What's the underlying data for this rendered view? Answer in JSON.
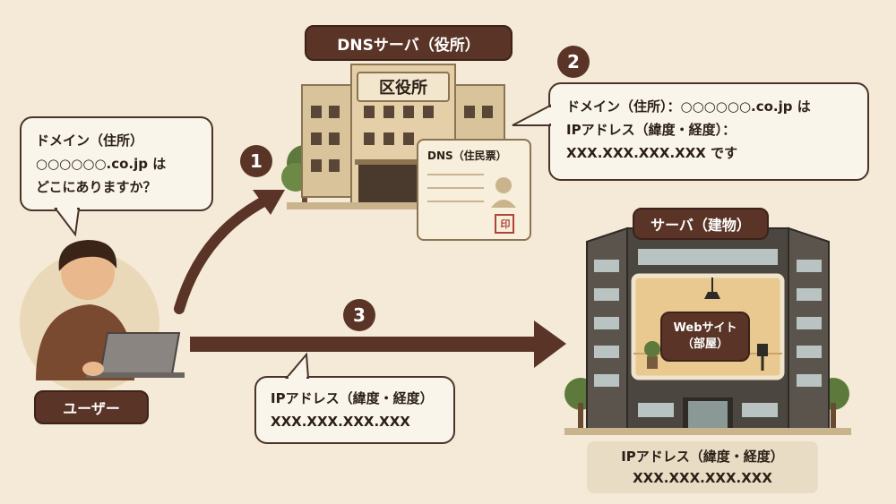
{
  "user": {
    "label": "ユーザー",
    "bubble_lines": [
      "ドメイン（住所）",
      "○○○○○○.co.jp は",
      "どこにありますか？"
    ]
  },
  "dns": {
    "title": "DNSサーバ（役所）",
    "building_sign": "区役所",
    "card_label": "DNS（住民票）",
    "stamp": "印"
  },
  "step_numbers": [
    "1",
    "2",
    "3"
  ],
  "dns_response_lines": [
    "ドメイン（住所）：○○○○○○.co.jp は",
    "IPアドレス（緯度・経度）：",
    "XXX.XXX.XXX.XXX です"
  ],
  "request_lines": [
    "IPアドレス（緯度・経度）",
    "XXX.XXX.XXX.XXX"
  ],
  "server": {
    "title": "サーバ（建物）",
    "room_label_line1": "Webサイト",
    "room_label_line2": "（部屋）",
    "ip_lines": [
      "IPアドレス（緯度・経度）",
      "XXX.XXX.XXX.XXX"
    ]
  },
  "colors": {
    "background": "#f4ead7",
    "accent": "#5a3426",
    "building_dark": "#4b4640"
  }
}
